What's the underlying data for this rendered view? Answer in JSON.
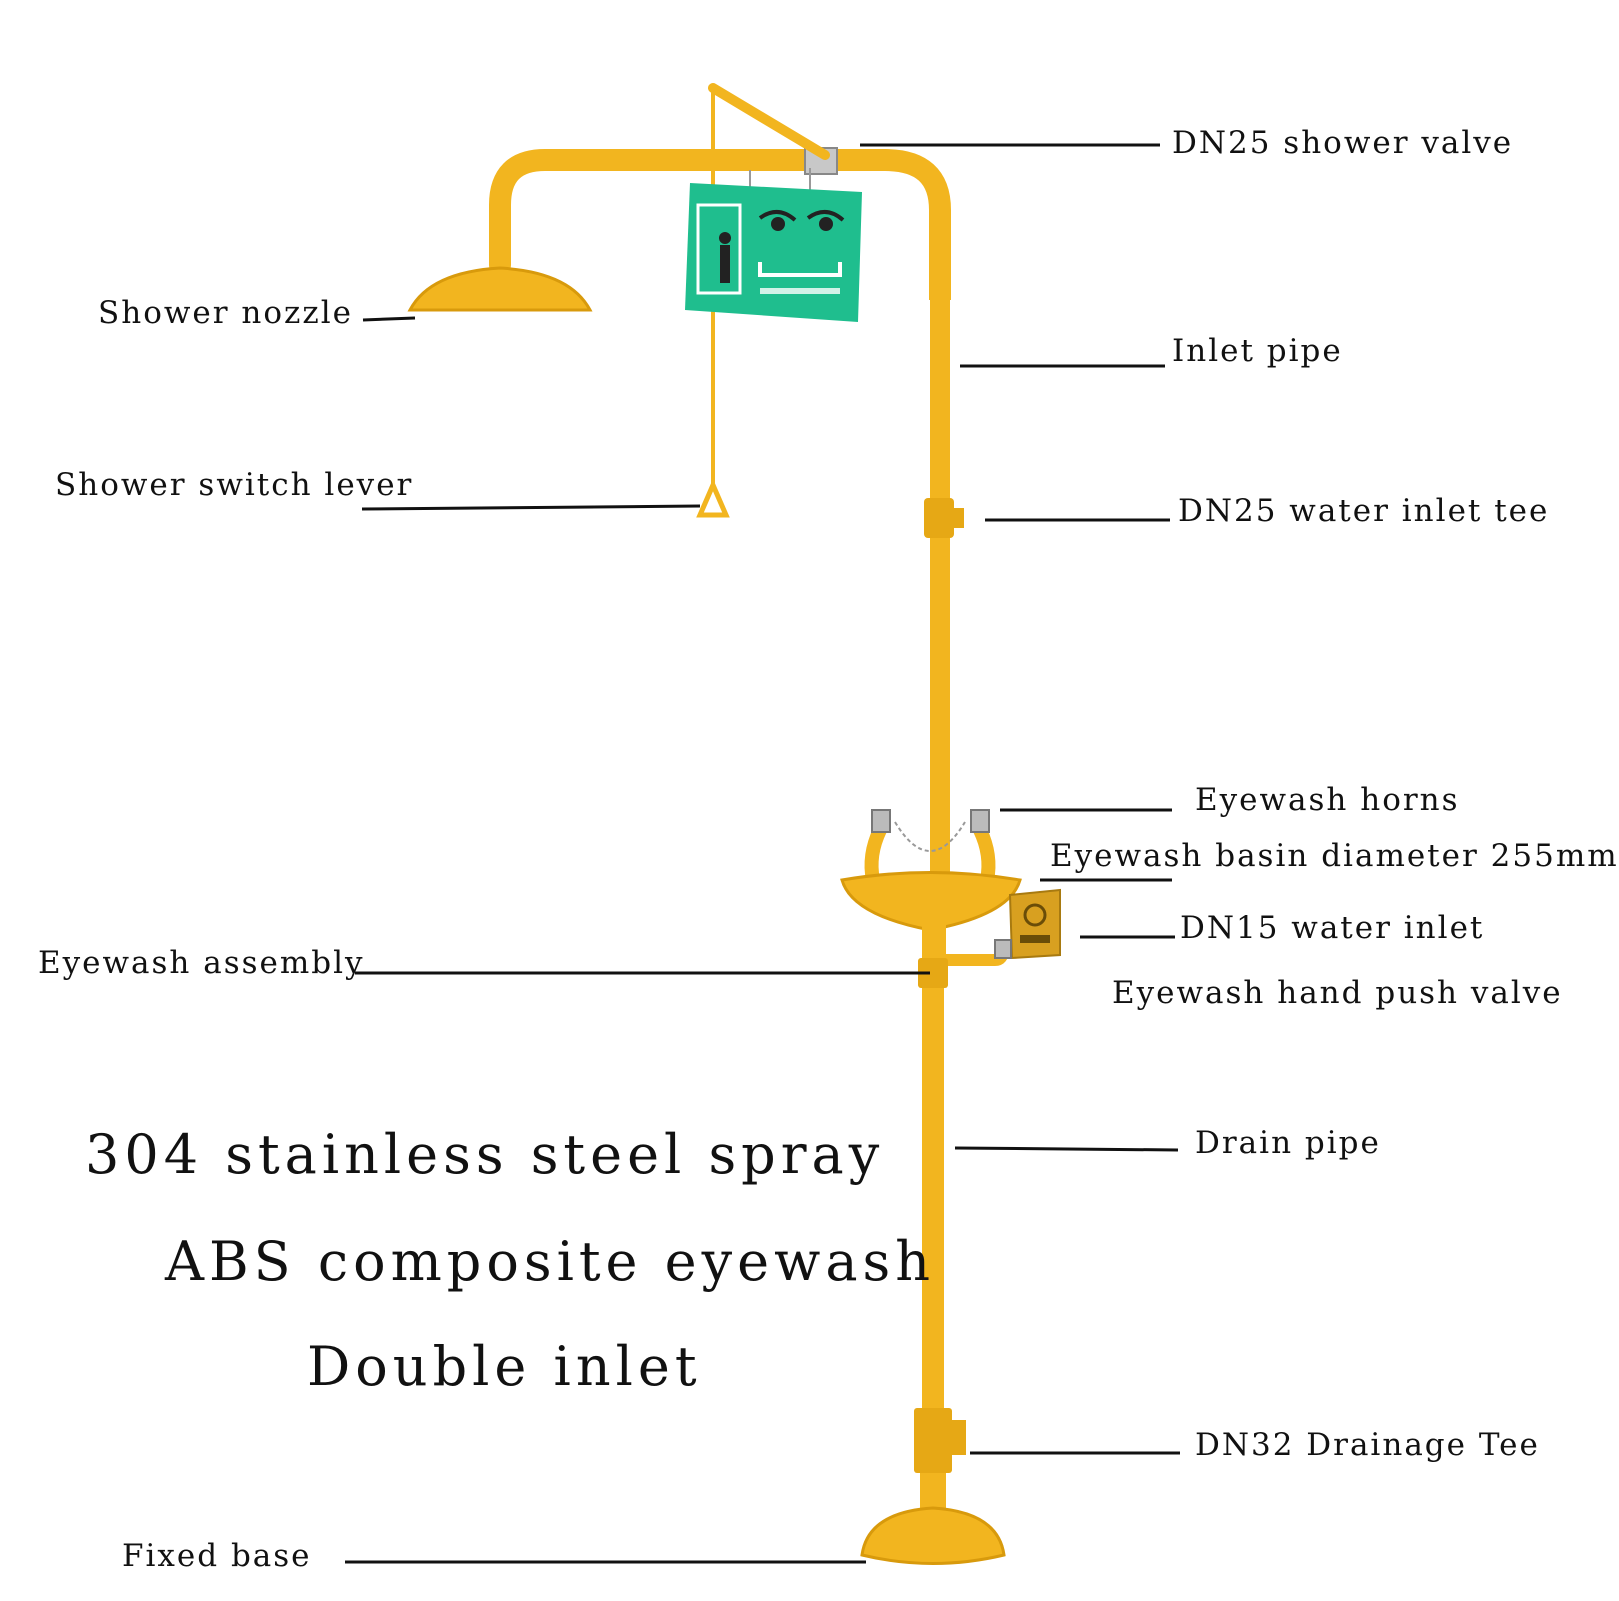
{
  "colors": {
    "pipe": "#F2B51F",
    "pipe_shade": "#D89A0C",
    "sign_green": "#1FBE8E",
    "leader": "#111111",
    "text": "#111111"
  },
  "labels": {
    "shower_valve": "DN25 shower valve",
    "shower_nozzle": "Shower nozzle",
    "inlet_pipe": "Inlet pipe",
    "shower_switch_lever": "Shower switch lever",
    "water_inlet_tee": "DN25 water inlet tee",
    "eyewash_horns": "Eyewash horns",
    "basin_diameter": "Eyewash basin diameter 255mm",
    "dn15_water_inlet": "DN15 water inlet",
    "eyewash_assembly": "Eyewash assembly",
    "hand_push_valve": "Eyewash hand push valve",
    "drain_pipe": "Drain pipe",
    "drainage_tee": "DN32 Drainage Tee",
    "fixed_base": "Fixed base"
  },
  "features": {
    "line1": "304 stainless steel spray",
    "line2": "ABS composite eyewash",
    "line3": "Double inlet"
  },
  "icons": {
    "safety_sign": "emergency-shower-sign-icon",
    "push_plate": "push-plate-icon"
  }
}
